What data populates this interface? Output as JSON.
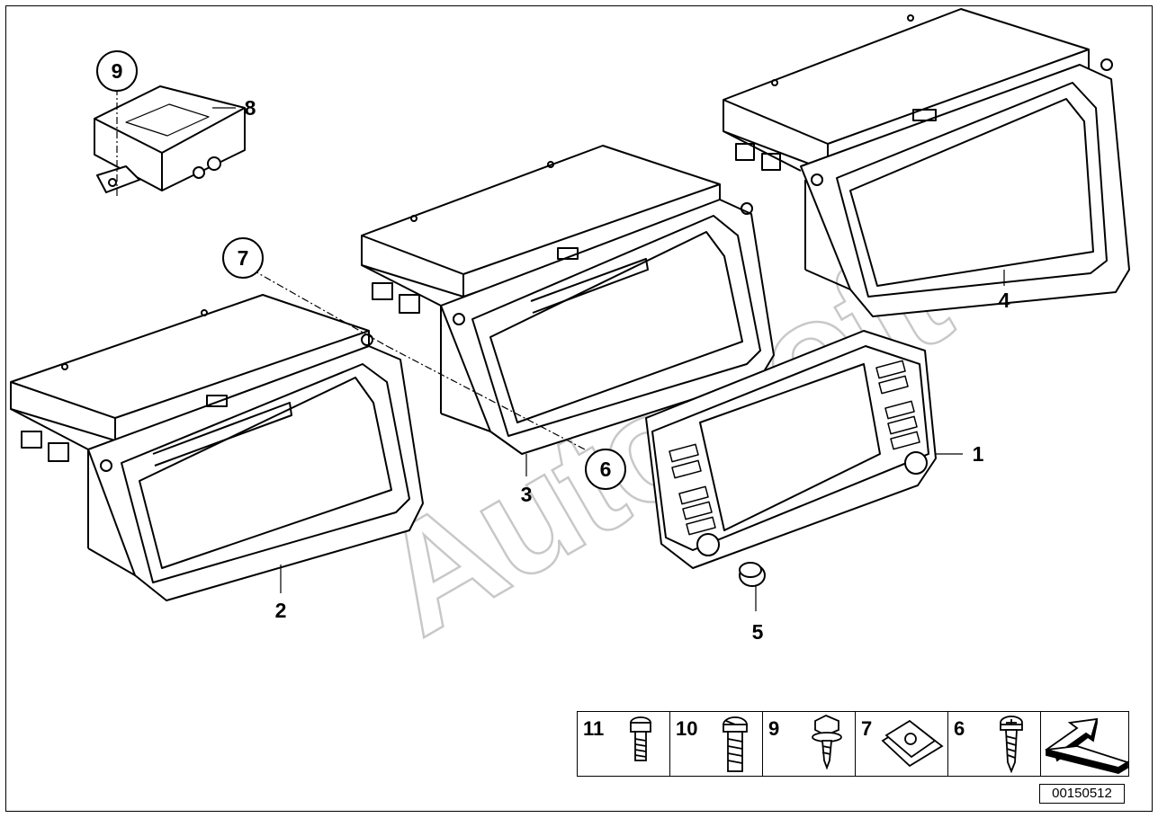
{
  "watermark": "AutoSoft",
  "part_number": "00150512",
  "callouts": {
    "c1": "1",
    "c2": "2",
    "c3": "3",
    "c4": "4",
    "c5": "5",
    "c6": "6",
    "c7": "7",
    "c8": "8",
    "c9": "9"
  },
  "legend": [
    {
      "num": "11",
      "icon": "short-bolt-icon"
    },
    {
      "num": "10",
      "icon": "slotted-screw-icon"
    },
    {
      "num": "9",
      "icon": "hex-screw-icon"
    },
    {
      "num": "7",
      "icon": "clip-nut-icon"
    },
    {
      "num": "6",
      "icon": "phillips-screw-icon"
    },
    {
      "num": "",
      "icon": "direction-arrow-icon"
    }
  ]
}
